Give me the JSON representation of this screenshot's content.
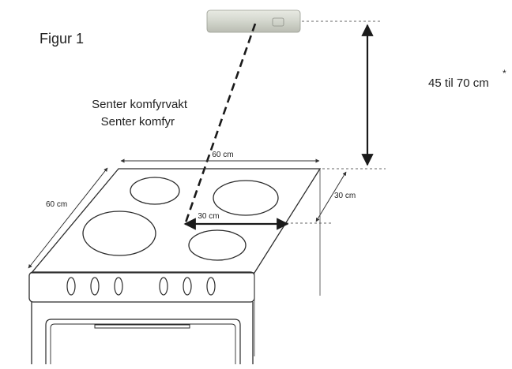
{
  "figure_label": "Figur 1",
  "caption_line1": "Senter komfyrvakt",
  "caption_line2": "Senter komfyr",
  "dims": {
    "height_range": "45 til 70 cm",
    "height_asterisk": "*",
    "top_width": "60 cm",
    "side_depth": "60 cm",
    "back_offset": "30 cm",
    "center_offset": "30 cm"
  },
  "colors": {
    "line": "#2b2b2b",
    "device": "#d9dcd3"
  }
}
